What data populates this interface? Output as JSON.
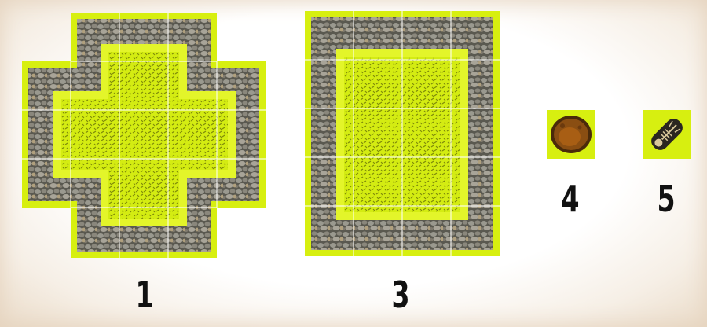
{
  "colors": {
    "grass": "#d7ef10",
    "grass_dark": "#c3d90c",
    "stone": "#77766c",
    "stone_dark": "#4c4b43",
    "crop": "#a5b70f",
    "grid": "#ffffff",
    "pit": "#8a4e12",
    "pit_dark": "#4a2a0a"
  },
  "tiles": [
    {
      "id": "tile-1",
      "label": "1",
      "shape": "cross-courtyard"
    },
    {
      "id": "tile-3",
      "label": "3",
      "shape": "rectangular-courtyard"
    },
    {
      "id": "tile-4",
      "label": "4",
      "shape": "pit-token",
      "icon": "pit-icon"
    },
    {
      "id": "tile-5",
      "label": "5",
      "shape": "skeleton-token",
      "icon": "skeleton-icon"
    }
  ]
}
